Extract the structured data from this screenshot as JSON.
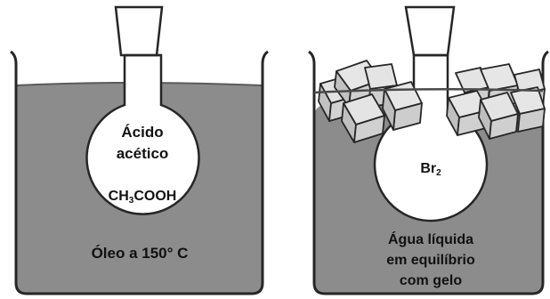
{
  "left_beaker": {
    "flask_label_line1": "Ácido",
    "flask_label_line2": "acético",
    "formula": {
      "part1": "CH",
      "sub1": "3",
      "part2": "COOH"
    },
    "bath_label": "Óleo a 150° C"
  },
  "right_beaker": {
    "formula": {
      "part1": "Br",
      "sub1": "2"
    },
    "bath_label_line1": "Água líquida",
    "bath_label_line2": "em equilíbrio",
    "bath_label_line3": "com gelo"
  },
  "colors": {
    "oil": "#8c8c8c",
    "water": "#8c8c8c",
    "ice": "#d4d4d4",
    "outline": "#262626",
    "flask": "#ffffff"
  }
}
